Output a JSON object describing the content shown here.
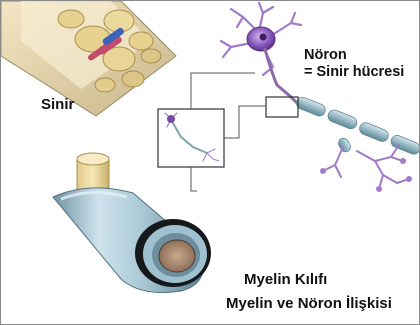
{
  "labels": {
    "nerve": "Sinir",
    "neuron_line1": "Nöron",
    "neuron_line2": "= Sinir hücresi",
    "myelin_sheath": "Myelin Kılıfı",
    "relation": "Myelin ve Nöron İlişkisi"
  },
  "colors": {
    "neuron_body": "#7a4aa8",
    "dendrite": "#a27ac8",
    "axon": "#8fb3bf",
    "myelin_outer": "#a9c8d6",
    "nerve_fiber": "#e8d08a",
    "core": "#a2826c"
  }
}
